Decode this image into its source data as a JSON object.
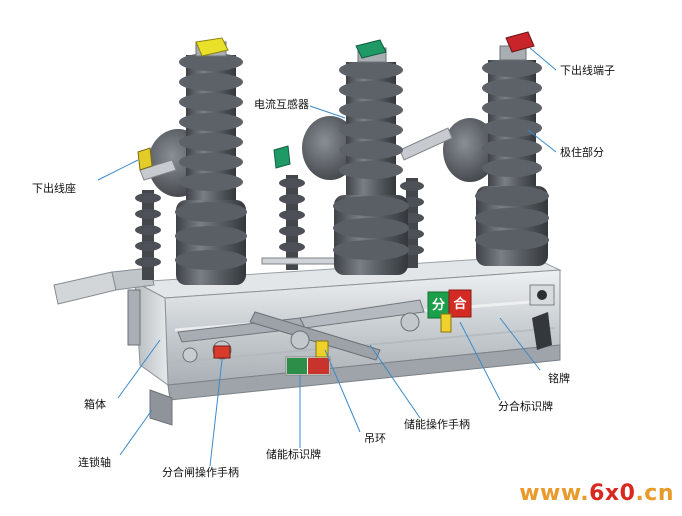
{
  "labels": {
    "lower_outlet_terminal": "下出线端子",
    "current_transformer": "电流互感器",
    "pole_part": "极住部分",
    "lower_outlet_seat": "下出线座",
    "nameplate": "铭牌",
    "open_close_sign": "分合标识牌",
    "energy_storage_handle": "储能操作手柄",
    "enclosure": "箱体",
    "interlock_shaft": "连锁轴",
    "lifting_ring": "吊环",
    "energy_storage_sign": "储能标识牌",
    "open_close_handle": "分合闸操作手柄"
  },
  "panel_text": {
    "open": "分",
    "close": "合"
  },
  "watermark": {
    "prefix": "www.",
    "brand": "6x0",
    "suffix": ".cn"
  },
  "colors": {
    "insulator": "#5d6268",
    "steel": "#d4d9dd",
    "cap_yellow": "#e9e02a",
    "cap_green": "#1f9a67",
    "cap_red": "#c8242a",
    "sign_green": "#1c9f4a",
    "sign_red": "#d32a24",
    "watermark_orange": "#e89a2a",
    "watermark_red": "#d8281f"
  }
}
